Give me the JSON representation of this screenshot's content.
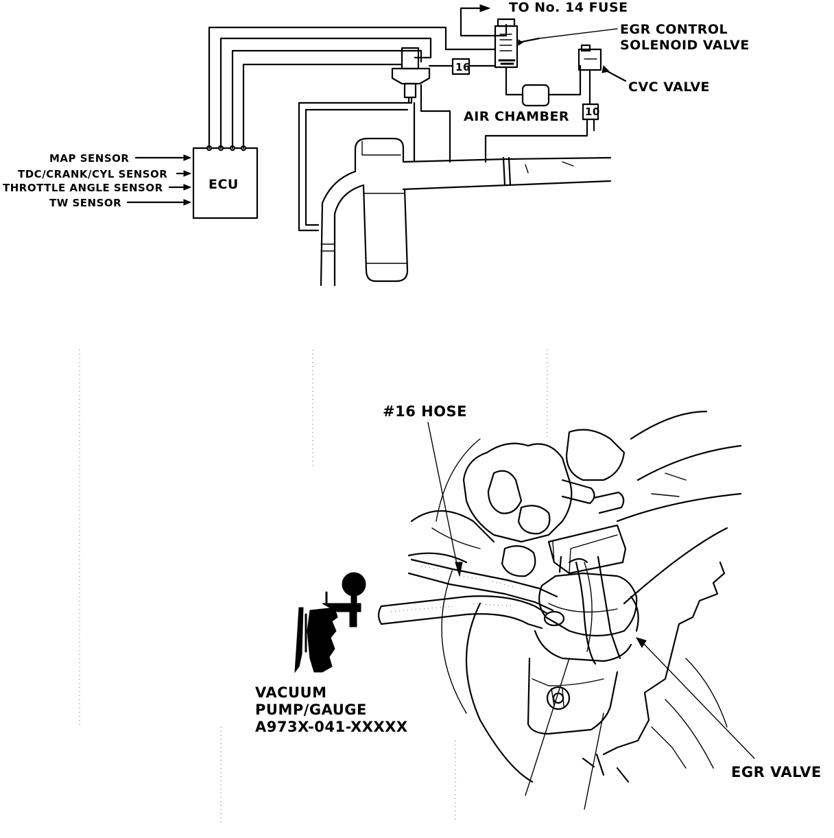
{
  "top_diagram": {
    "ecu_label": "ECU",
    "inputs": [
      "MAP SENSOR",
      "TDC/CRANK/CYL SENSOR",
      "THROTTLE ANGLE SENSOR",
      "TW SENSOR"
    ],
    "fuse_label": "TO No. 14 FUSE",
    "solenoid_label_line1": "EGR CONTROL",
    "solenoid_label_line2": "SOLENOID VALVE",
    "cvc_label": "CVC VALVE",
    "air_chamber_label": "AIR CHAMBER",
    "hose_tag_16": "16",
    "hose_tag_10": "10"
  },
  "bottom_diagram": {
    "hose_label": "#16 HOSE",
    "pump_label_line1": "VACUUM",
    "pump_label_line2": "PUMP/GAUGE",
    "pump_label_line3": "A973X-041-XXXXX",
    "egr_label": "EGR VALVE"
  }
}
